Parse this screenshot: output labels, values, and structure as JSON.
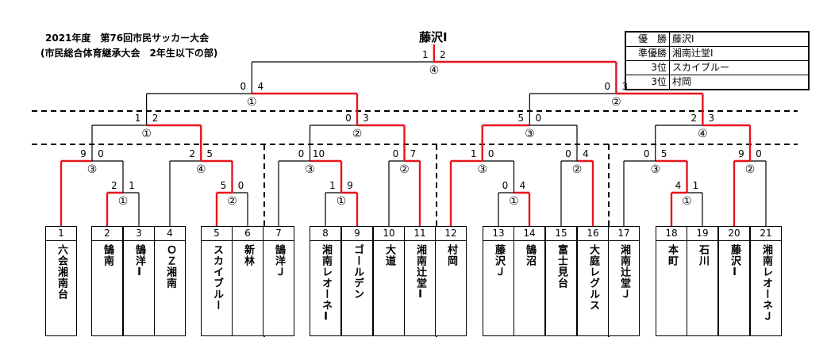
{
  "header": {
    "title_line1": "2021年度　第76回市民サッカー大会",
    "title_line2": "(市民総合体育継承大会　2年生以下の部)"
  },
  "champion_top": "藤沢Ⅰ",
  "results": [
    {
      "label": "優　勝",
      "team": "藤沢Ⅰ"
    },
    {
      "label": "準優勝",
      "team": "湘南辻堂Ⅰ"
    },
    {
      "label": "3位",
      "team": "スカイブルー"
    },
    {
      "label": "3位",
      "team": "村岡"
    }
  ],
  "teams": [
    {
      "num": "1",
      "name": "六会湘南台"
    },
    {
      "num": "2",
      "name": "鵠南"
    },
    {
      "num": "3",
      "name": "鵠洋Ⅰ"
    },
    {
      "num": "4",
      "name": "ＯＺ湘南"
    },
    {
      "num": "5",
      "name": "スカイブルー"
    },
    {
      "num": "6",
      "name": "新林"
    },
    {
      "num": "7",
      "name": "鵠洋Ｊ"
    },
    {
      "num": "8",
      "name": "湘南レオーネⅠ"
    },
    {
      "num": "9",
      "name": "ゴールデン"
    },
    {
      "num": "10",
      "name": "大道"
    },
    {
      "num": "11",
      "name": "湘南辻堂Ⅰ"
    },
    {
      "num": "12",
      "name": "村岡"
    },
    {
      "num": "13",
      "name": "藤沢Ｊ"
    },
    {
      "num": "14",
      "name": "鵠沼"
    },
    {
      "num": "15",
      "name": "富士見台"
    },
    {
      "num": "16",
      "name": "大庭レグルス"
    },
    {
      "num": "17",
      "name": "湘南辻堂Ｊ"
    },
    {
      "num": "18",
      "name": "本町"
    },
    {
      "num": "19",
      "name": "石川"
    },
    {
      "num": "20",
      "name": "藤沢Ⅰ"
    },
    {
      "num": "21",
      "name": "湘南レオーネＪ"
    }
  ],
  "matches": {
    "final": {
      "label": "④",
      "score_left": "1",
      "score_right": "2"
    },
    "sf_left": {
      "label": "①",
      "score_left": "0",
      "score_right": "4"
    },
    "sf_right": {
      "label": "②",
      "score_left": "0",
      "score_right": "3"
    },
    "qf_a": {
      "label": "①",
      "score_left": "1",
      "score_right": "2"
    },
    "qf_b": {
      "label": "②",
      "score_left": "0",
      "score_right": "3"
    },
    "qf_c": {
      "label": "③",
      "score_left": "5",
      "score_right": "0"
    },
    "qf_d": {
      "label": "④",
      "score_left": "2",
      "score_right": "3"
    },
    "r3_1": {
      "label": "③",
      "score_left": "9",
      "score_right": "0"
    },
    "r3_2": {
      "label": "④",
      "score_left": "2",
      "score_right": "5"
    },
    "r3_3": {
      "label": "③",
      "score_left": "0",
      "score_right": "10"
    },
    "r3_4": {
      "label": "②",
      "score_left": "0",
      "score_right": "7"
    },
    "r3_5": {
      "label": "③",
      "score_left": "1",
      "score_right": "0"
    },
    "r3_6": {
      "label": "②",
      "score_left": "0",
      "score_right": "4"
    },
    "r3_7": {
      "label": "③",
      "score_left": "0",
      "score_right": "5"
    },
    "r3_8": {
      "label": "②",
      "score_left": "9",
      "score_right": "0"
    },
    "r2_1": {
      "label": "①",
      "score_left": "2",
      "score_right": "1"
    },
    "r2_2": {
      "label": "②",
      "score_left": "5",
      "score_right": "0"
    },
    "r2_3": {
      "label": "①",
      "score_left": "1",
      "score_right": "9"
    },
    "r2_4": {
      "label": "①",
      "score_left": "0",
      "score_right": "4"
    },
    "r2_5": {
      "label": "①",
      "score_left": "4",
      "score_right": "1"
    }
  }
}
